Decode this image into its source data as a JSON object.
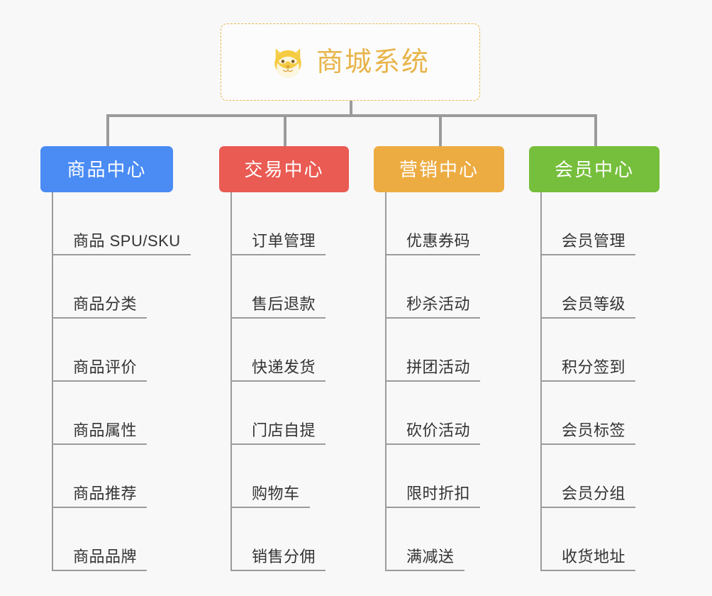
{
  "root": {
    "title": "商城系统",
    "icon": "shiba-dog-face-icon",
    "title_color": "#e8b44a",
    "border_color": "#e9b94f"
  },
  "connector_color": "#9b9b9b",
  "background_color": "#f8f8f8",
  "branches": [
    {
      "label": "商品中心",
      "color": "#4a8bf4",
      "items": [
        "商品 SPU/SKU",
        "商品分类",
        "商品评价",
        "商品属性",
        "商品推荐",
        "商品品牌"
      ]
    },
    {
      "label": "交易中心",
      "color": "#e95b53",
      "items": [
        "订单管理",
        "售后退款",
        "快递发货",
        "门店自提",
        "购物车",
        "销售分佣"
      ]
    },
    {
      "label": "营销中心",
      "color": "#edac42",
      "items": [
        "优惠券码",
        "秒杀活动",
        "拼团活动",
        "砍价活动",
        "限时折扣",
        "满减送"
      ]
    },
    {
      "label": "会员中心",
      "color": "#76bf3c",
      "items": [
        "会员管理",
        "会员等级",
        "积分签到",
        "会员标签",
        "会员分组",
        "收货地址"
      ]
    }
  ]
}
